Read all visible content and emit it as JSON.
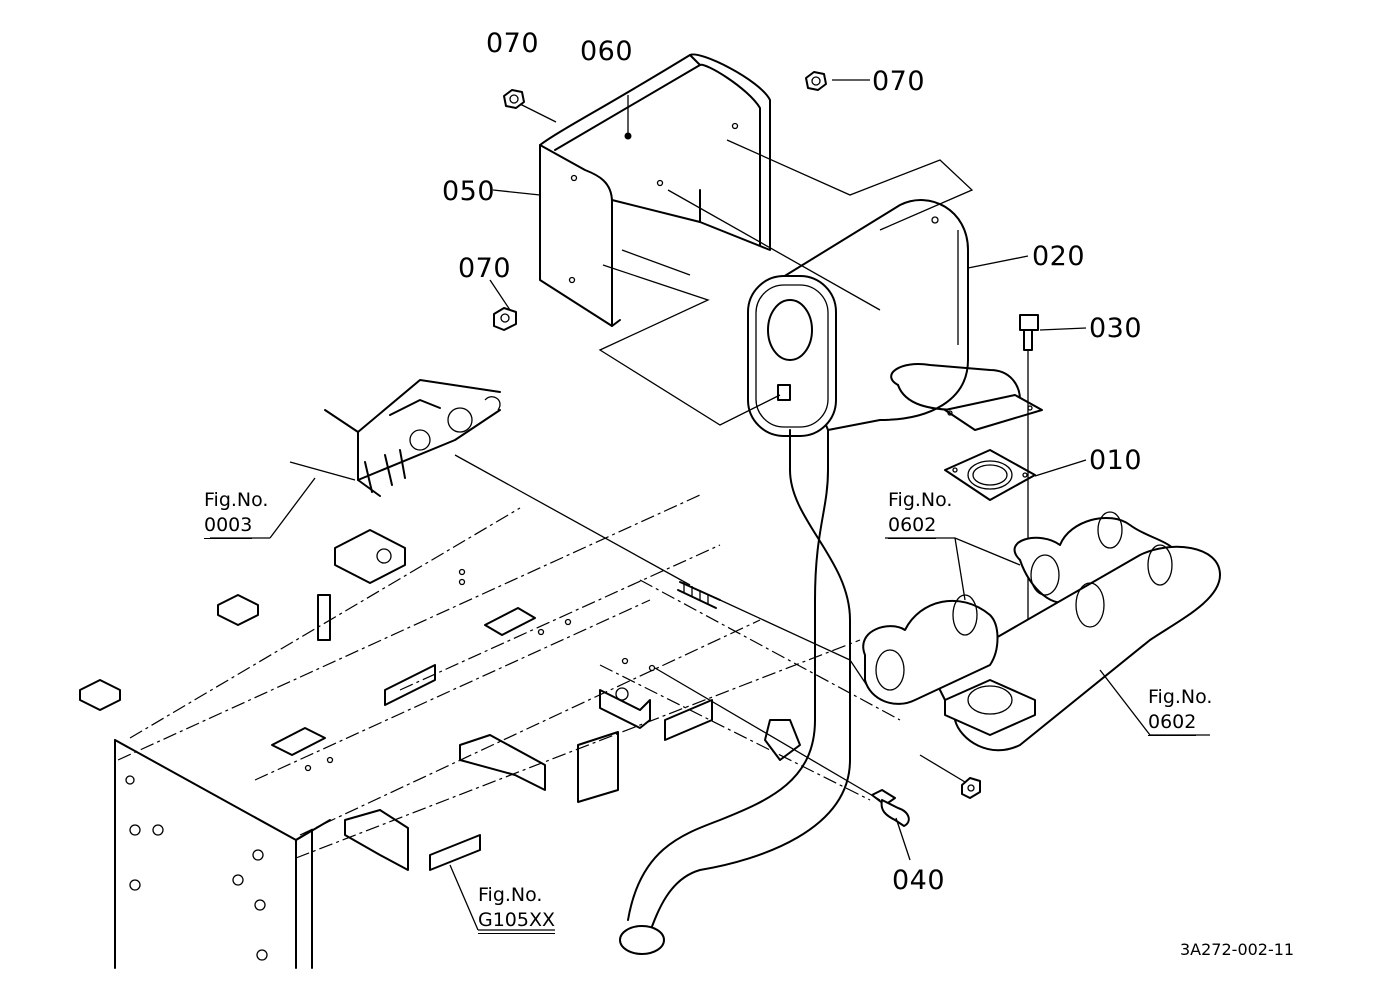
{
  "parts": {
    "p010": "010",
    "p020": "020",
    "p030": "030",
    "p040": "040",
    "p050": "050",
    "p060": "060",
    "p070_a": "070",
    "p070_b": "070",
    "p070_c": "070"
  },
  "fig_refs": {
    "f0003": {
      "title": "Fig.No.",
      "num": "0003"
    },
    "f0602_upper": {
      "title": "Fig.No.",
      "num": "0602"
    },
    "f0602_lower": {
      "title": "Fig.No.",
      "num": "0602"
    },
    "fG105": {
      "title": "Fig.No.",
      "num": "G105XX"
    }
  },
  "diagram_code": "3A272-002-11"
}
